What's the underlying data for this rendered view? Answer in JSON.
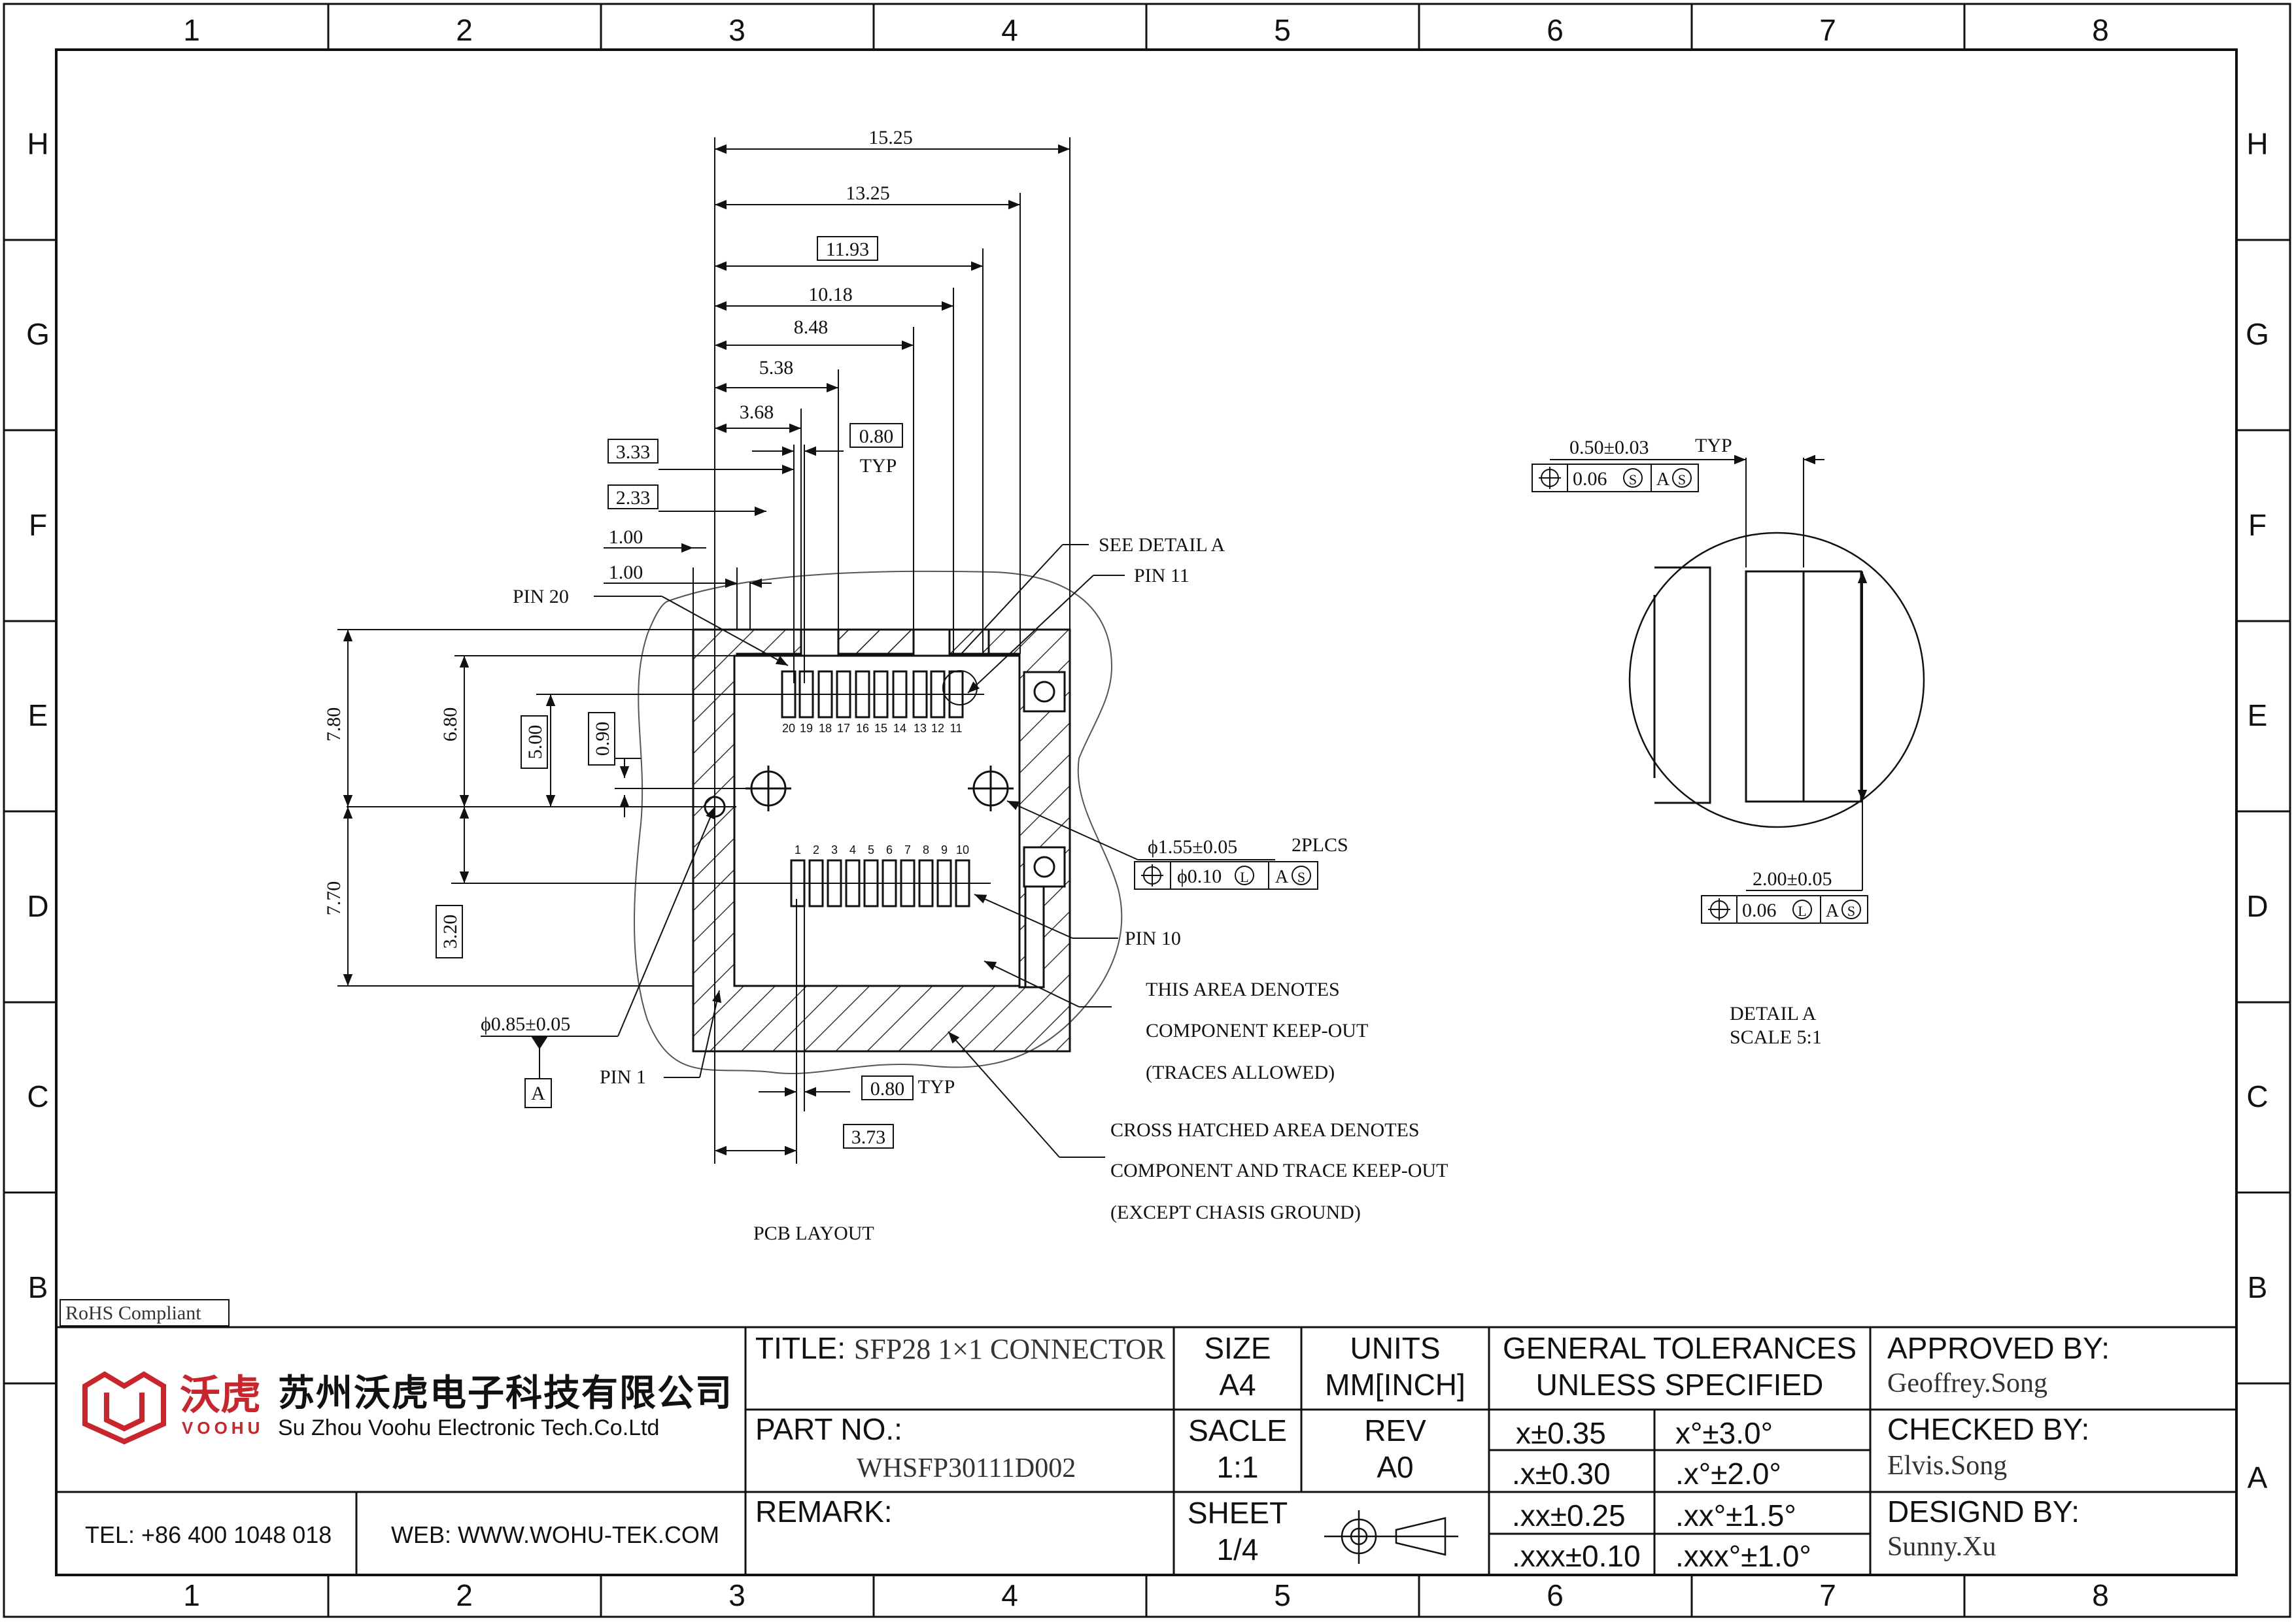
{
  "frame": {
    "cols": [
      "1",
      "2",
      "3",
      "4",
      "5",
      "6",
      "7",
      "8"
    ],
    "rows": [
      "H",
      "G",
      "F",
      "E",
      "D",
      "C",
      "B",
      "A"
    ]
  },
  "views": {
    "pcb_layout_caption": "PCB LAYOUT",
    "detail_caption": "DETAIL A",
    "detail_scale": "SCALE 5:1"
  },
  "dimensions": {
    "h_15_25": "15.25",
    "h_13_25": "13.25",
    "h_11_93": "11.93",
    "h_10_18": "10.18",
    "h_8_48": "8.48",
    "h_5_38": "5.38",
    "h_3_68": "3.68",
    "h_0_80_typ_top": "0.80",
    "typ_top": "TYP",
    "h_3_33": "3.33",
    "h_2_33": "2.33",
    "h_1_00_a": "1.00",
    "h_1_00_b": "1.00",
    "v_7_80": "7.80",
    "v_6_80": "6.80",
    "v_5_00": "5.00",
    "v_0_90": "0.90",
    "v_7_70": "7.70",
    "v_3_20": "3.20",
    "h_0_80_typ_bottom": "0.80",
    "typ_bottom": "TYP",
    "h_3_73": "3.73",
    "hole_dia": "ϕ0.85±0.05",
    "datum_a": "A",
    "mount_dia": "ϕ1.55±0.05",
    "mount_qty": "2PLCS",
    "mount_fcf_tol": "ϕ0.10",
    "mount_fcf_mod": "L",
    "mount_fcf_datum": "A",
    "mount_fcf_datum_mod": "S",
    "detail_width": "0.50±0.03",
    "detail_typ": "TYP",
    "detail_fcf_tol": "0.06",
    "detail_fcf_mod": "S",
    "detail_fcf_datum": "A",
    "detail_fcf_datum_mod": "S",
    "detail_len": "2.00±0.05",
    "detail_len_fcf_tol": "0.06",
    "detail_len_fcf_mod": "L",
    "detail_len_fcf_datum": "A",
    "detail_len_fcf_datum_mod": "S"
  },
  "callouts": {
    "pin20": "PIN 20",
    "see_detail": "SEE DETAIL A",
    "pin11": "PIN 11",
    "pin10": "PIN 10",
    "pin1": "PIN 1",
    "keepout_1": "THIS AREA DENOTES",
    "keepout_2": "COMPONENT KEEP-OUT",
    "keepout_3": "(TRACES ALLOWED)",
    "hatch_1": "CROSS HATCHED AREA DENOTES",
    "hatch_2": "COMPONENT AND TRACE KEEP-OUT",
    "hatch_3": "(EXCEPT CHASIS GROUND)"
  },
  "pins": {
    "top": [
      "20",
      "19",
      "18",
      "17",
      "16",
      "15",
      "14",
      "13",
      "12",
      "11"
    ],
    "bottom": [
      "1",
      "2",
      "3",
      "4",
      "5",
      "6",
      "7",
      "8",
      "9",
      "10"
    ]
  },
  "title_block": {
    "rohs": "RoHS Compliant",
    "logo_cn": "沃虎",
    "logo_en": "VOOHU",
    "company_cn": "苏州沃虎电子科技有限公司",
    "company_en": "Su Zhou Voohu Electronic Tech.Co.Ltd",
    "tel": "TEL: +86 400 1048 018",
    "web": "WEB: WWW.WOHU-TEK.COM",
    "title_label": "TITLE:",
    "title_value": "SFP28 1×1 CONNECTOR",
    "part_no_label": "PART NO.:",
    "part_no_value": "WHSFP30111D002",
    "remark_label": "REMARK:",
    "size_label": "SIZE",
    "size_value": "A4",
    "units_label": "UNITS",
    "units_value": "MM[INCH]",
    "scale_label": "SACLE",
    "scale_value": "1:1",
    "rev_label": "REV",
    "rev_value": "A0",
    "sheet_label": "SHEET",
    "sheet_value": "1/4",
    "tol_title_1": "GENERAL TOLERANCES",
    "tol_title_2": "UNLESS SPECIFIED",
    "tol": [
      [
        "x±0.35",
        "x°±3.0°"
      ],
      [
        ".x±0.30",
        ".x°±2.0°"
      ],
      [
        ".xx±0.25",
        ".xx°±1.5°"
      ],
      [
        ".xxx±0.10",
        ".xxx°±1.0°"
      ]
    ],
    "approved_label": "APPROVED BY:",
    "approved_value": "Geoffrey.Song",
    "checked_label": "CHECKED BY:",
    "checked_value": "Elvis.Song",
    "design_label": "DESIGND BY:",
    "design_value": "Sunny.Xu"
  },
  "colors": {
    "ink": "#111111",
    "logo_red": "#c8262c"
  }
}
